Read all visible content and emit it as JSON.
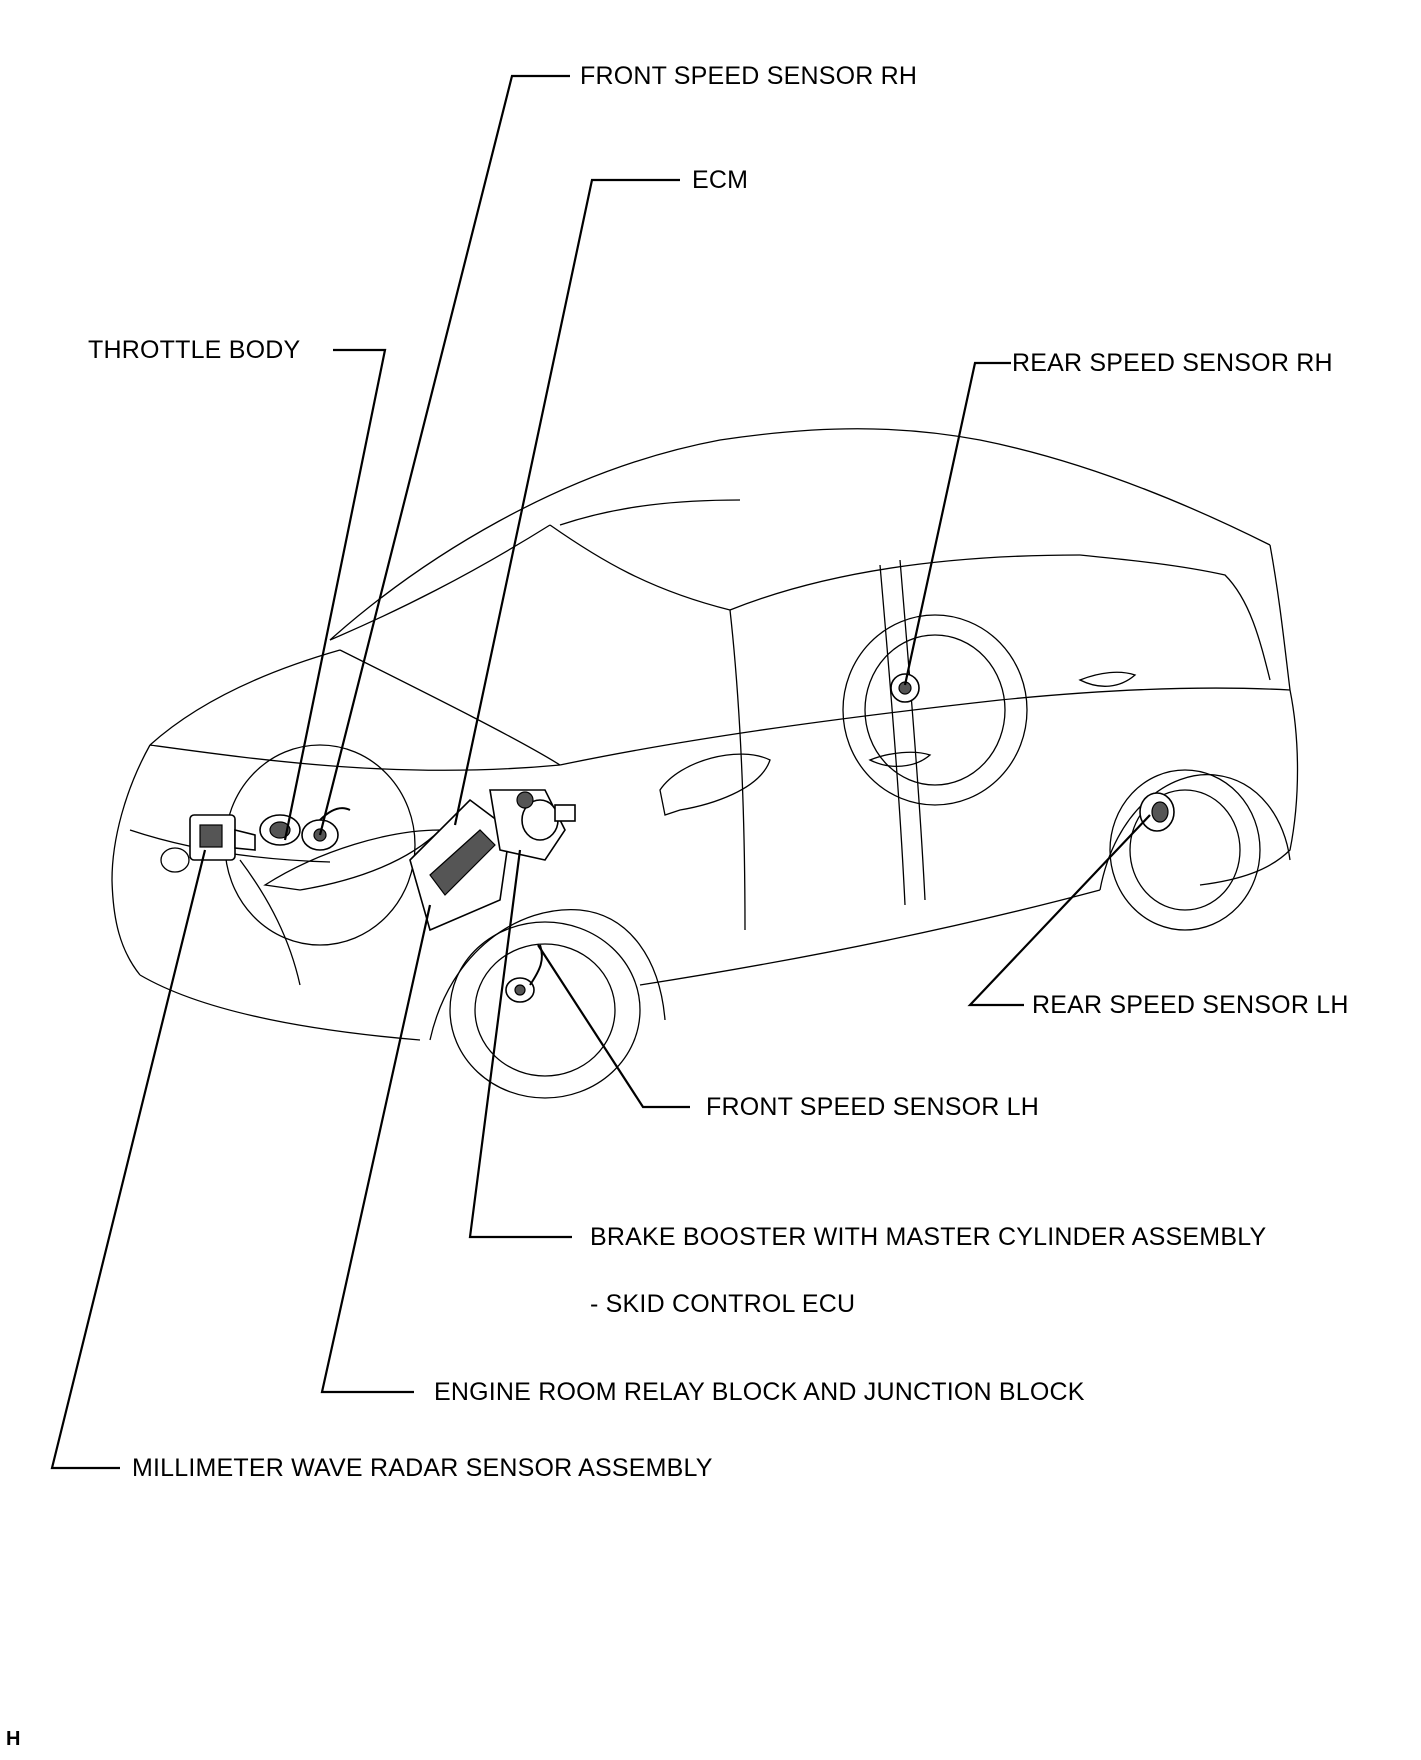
{
  "diagram": {
    "labels": {
      "front_speed_sensor_rh": "FRONT SPEED SENSOR RH",
      "ecm": "ECM",
      "throttle_body": "THROTTLE BODY",
      "rear_speed_sensor_rh": "REAR SPEED SENSOR RH",
      "rear_speed_sensor_lh": "REAR SPEED SENSOR LH",
      "front_speed_sensor_lh": "FRONT SPEED SENSOR LH",
      "brake_booster_line1": "BRAKE BOOSTER WITH MASTER CYLINDER ASSEMBLY",
      "brake_booster_line2": "- SKID CONTROL ECU",
      "engine_room_relay_block": "ENGINE ROOM RELAY BLOCK AND JUNCTION BLOCK",
      "millimeter_wave_radar": "MILLIMETER WAVE RADAR SENSOR ASSEMBLY"
    },
    "figure_code": "H"
  }
}
